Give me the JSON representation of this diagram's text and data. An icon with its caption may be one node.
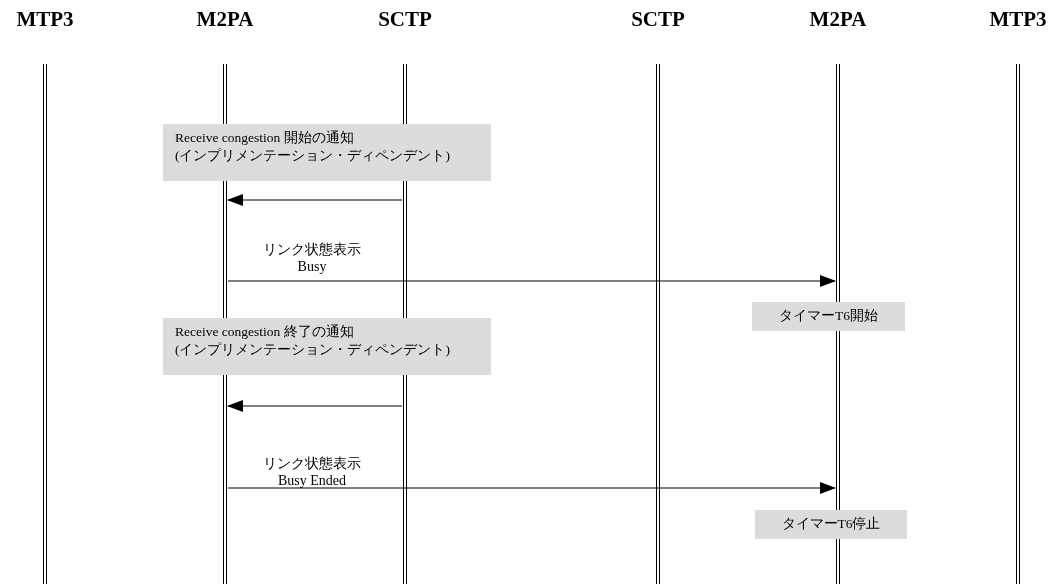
{
  "diagram": {
    "nodes": [
      {
        "text": [
          "MTP3"
        ]
      },
      {
        "text": [
          "M2PA"
        ]
      },
      {
        "text": [
          "SCTP"
        ]
      },
      {
        "text": [
          "SCTP"
        ]
      },
      {
        "text": [
          "M2PA"
        ]
      },
      {
        "text": [
          "MTP3"
        ]
      },
      {
        "text": [
          "Receive congestion 開始の通知 (インプリメンテーション・ディペンデント)"
        ]
      },
      {
        "text": [
          "タイマーT6開始"
        ]
      },
      {
        "text": [
          "Receive congestion 終了の通知 (インプリメンテーション・ディペンデント)"
        ]
      },
      {
        "text": [
          "タイマーT6停止"
        ]
      }
    ],
    "edges": [
      {
        "from": 2,
        "to": 1,
        "arrow": "to"
      },
      {
        "from": 1,
        "to": 4,
        "arrow": "to",
        "label": "リンク状態表示 Busy"
      },
      {
        "from": 2,
        "to": 1,
        "arrow": "to"
      },
      {
        "from": 1,
        "to": 4,
        "arrow": "to",
        "label": "リンク状態表示 Busy Ended"
      }
    ]
  }
}
